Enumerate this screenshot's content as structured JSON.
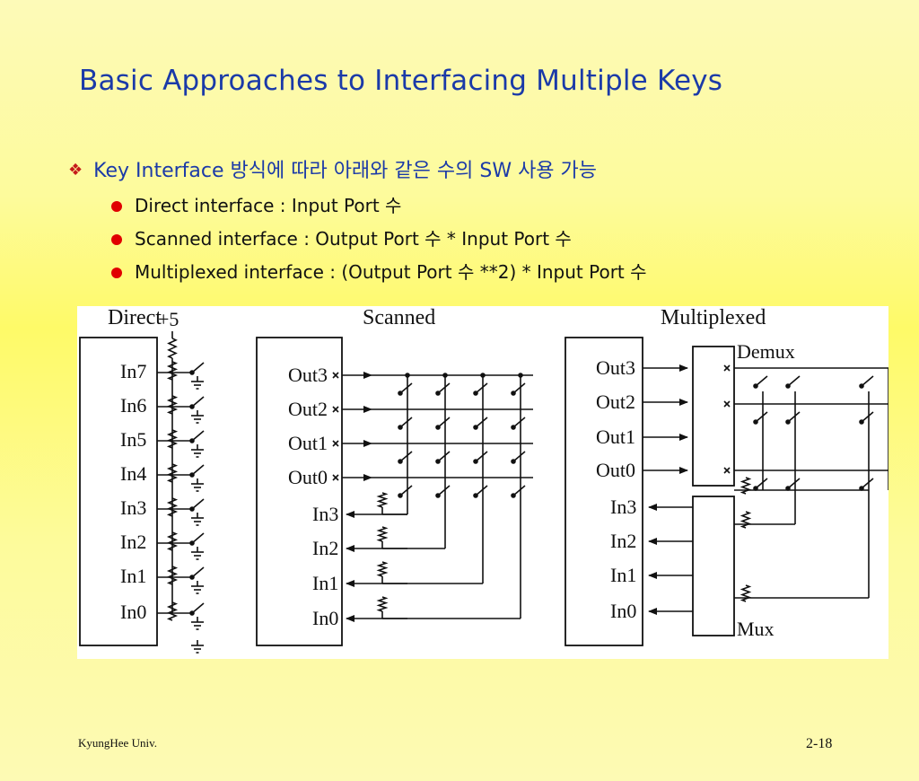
{
  "slide": {
    "title": "Basic Approaches to Interfacing Multiple Keys",
    "bullet": "Key Interface 방식에 따라 아래와 같은 수의 SW 사용 가능",
    "bullet_marker": "❖",
    "subitems": [
      "Direct interface : Input Port 수",
      "Scanned interface : Output Port 수 * Input Port 수",
      "Multiplexed interface : (Output Port 수 **2) * Input Port 수"
    ]
  },
  "diagram": {
    "direct": {
      "title": "Direct",
      "supply": "+5",
      "inputs": [
        "In7",
        "In6",
        "In5",
        "In4",
        "In3",
        "In2",
        "In1",
        "In0"
      ]
    },
    "scanned": {
      "title": "Scanned",
      "outputs": [
        "Out3",
        "Out2",
        "Out1",
        "Out0"
      ],
      "inputs": [
        "In3",
        "In2",
        "In1",
        "In0"
      ]
    },
    "multiplexed": {
      "title": "Multiplexed",
      "demux": "Demux",
      "mux": "Mux",
      "outputs": [
        "Out3",
        "Out2",
        "Out1",
        "Out0"
      ],
      "inputs": [
        "In3",
        "In2",
        "In1",
        "In0"
      ]
    }
  },
  "footer": {
    "left": "KyungHee Univ.",
    "right": "2-18"
  }
}
